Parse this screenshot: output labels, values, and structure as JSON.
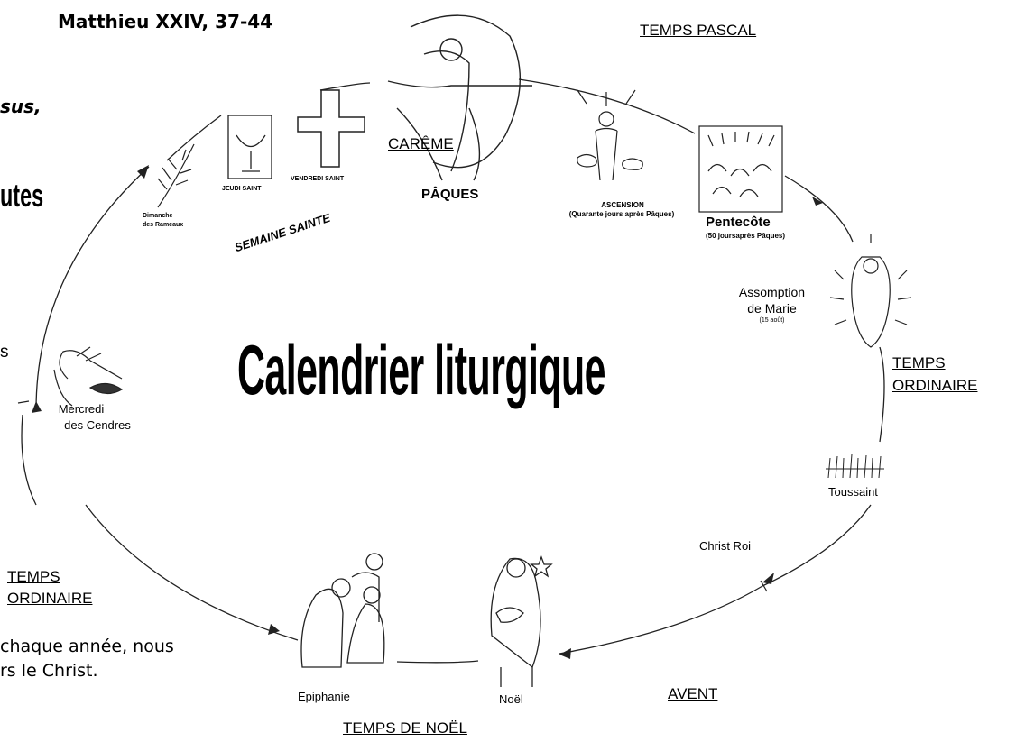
{
  "header": {
    "reference": "Matthieu XXIV, 37-44",
    "fragment_italic": "sus,",
    "fragment_bold": "utes",
    "fragment_s": "s",
    "fragment_line1": "chaque année, nous",
    "fragment_line2": "rs le Christ."
  },
  "title": "Calendrier liturgique",
  "seasons": {
    "temps_pascal": "TEMPS PASCAL",
    "careme": "CARÊME",
    "temps_ordinaire_right_1": "TEMPS",
    "temps_ordinaire_right_2": "ORDINAIRE",
    "temps_ordinaire_left_1": "TEMPS",
    "temps_ordinaire_left_2": "ORDINAIRE",
    "avent": "AVENT",
    "temps_de_noel": "TEMPS DE NOËL"
  },
  "events": {
    "paques": "PÂQUES",
    "ascension": "ASCENSION",
    "ascension_note": "(Quarante jours après Pâques)",
    "pentecote": "Pentecôte",
    "pentecote_note": "(50 joursaprès Pâques)",
    "assomption_1": "Assomption",
    "assomption_2": "de Marie",
    "assomption_note": "(15 août)",
    "toussaint": "Toussaint",
    "christ_roi": "Christ Roi",
    "noel": "Noël",
    "epiphanie": "Epiphanie",
    "mercredi_1": "Mercredi",
    "mercredi_2": "des Cendres",
    "rameaux_1": "Dimanche",
    "rameaux_2": "des Rameaux",
    "jeudi_saint": "JEUDI SAINT",
    "vendredi_saint": "VENDREDI SAINT",
    "semaine_sainte": "SEMAINE SAINTE"
  }
}
